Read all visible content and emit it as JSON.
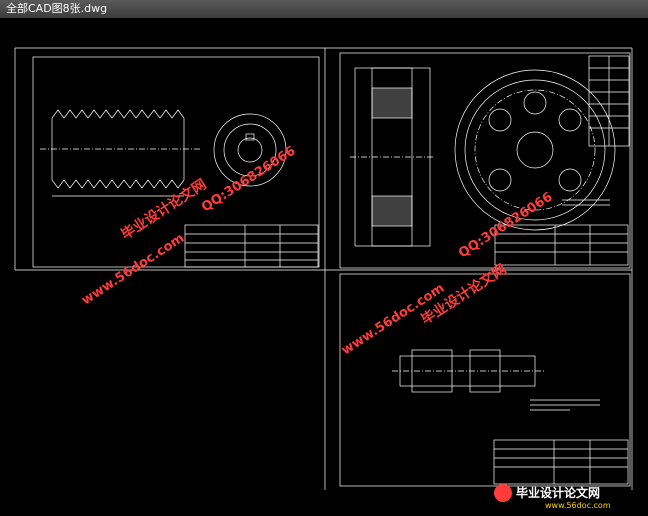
{
  "window": {
    "title": "全部CAD图8张.dwg"
  },
  "watermarks": {
    "site": "www.56doc.com",
    "qq": "QQ:306826066",
    "brand": "毕业设计论文网"
  },
  "footer_logo": {
    "brand": "毕业设计论文网",
    "url": "www.56doc.com"
  },
  "colors": {
    "background": "#000000",
    "lines": "#ffffff",
    "watermark_site": "#ff3b3b",
    "watermark_qq": "#ff3b3b",
    "watermark_brand": "#ff3b3b"
  }
}
